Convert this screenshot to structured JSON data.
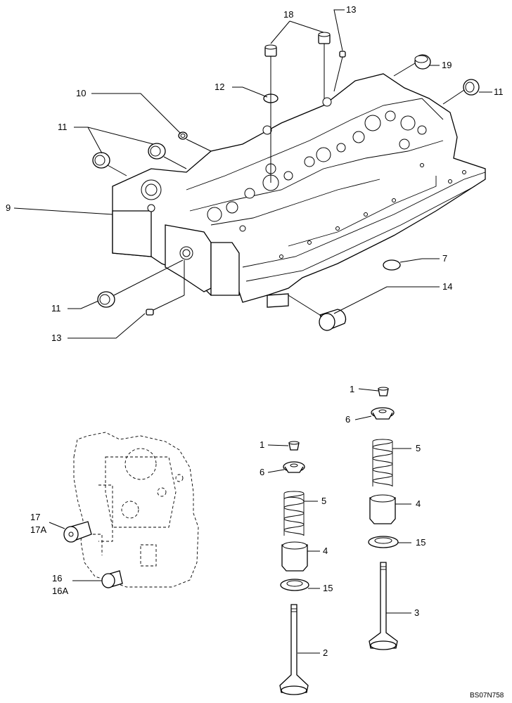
{
  "diagram": {
    "reference_code": "BS07N758",
    "callouts": [
      {
        "id": "c18",
        "text": "18"
      },
      {
        "id": "c13a",
        "text": "13"
      },
      {
        "id": "c12",
        "text": "12"
      },
      {
        "id": "c19",
        "text": "19"
      },
      {
        "id": "c11a",
        "text": "11"
      },
      {
        "id": "c10",
        "text": "10"
      },
      {
        "id": "c11b",
        "text": "11"
      },
      {
        "id": "c9",
        "text": "9"
      },
      {
        "id": "c7",
        "text": "7"
      },
      {
        "id": "c14",
        "text": "14"
      },
      {
        "id": "c11c",
        "text": "11"
      },
      {
        "id": "c13b",
        "text": "13"
      },
      {
        "id": "c1a",
        "text": "1"
      },
      {
        "id": "c6a",
        "text": "6"
      },
      {
        "id": "c5a",
        "text": "5"
      },
      {
        "id": "c4a",
        "text": "4"
      },
      {
        "id": "c15a",
        "text": "15"
      },
      {
        "id": "c3",
        "text": "3"
      },
      {
        "id": "c1b",
        "text": "1"
      },
      {
        "id": "c6b",
        "text": "6"
      },
      {
        "id": "c5b",
        "text": "5"
      },
      {
        "id": "c4b",
        "text": "4"
      },
      {
        "id": "c15b",
        "text": "15"
      },
      {
        "id": "c2",
        "text": "2"
      },
      {
        "id": "c17",
        "text": "17"
      },
      {
        "id": "c17A",
        "text": "17A"
      },
      {
        "id": "c16",
        "text": "16"
      },
      {
        "id": "c16A",
        "text": "16A"
      }
    ]
  }
}
